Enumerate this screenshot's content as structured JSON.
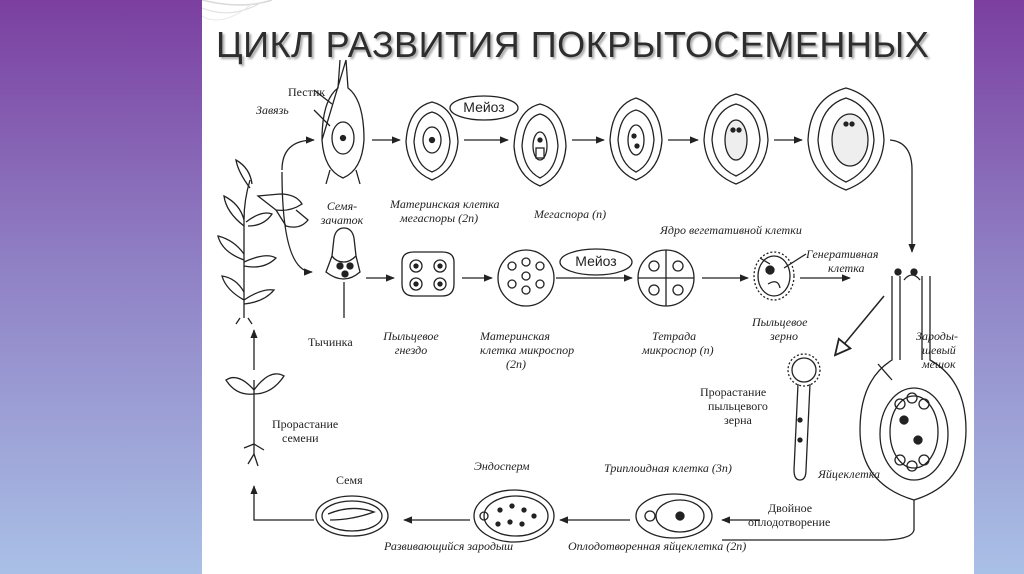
{
  "slide": {
    "title": "ЦИКЛ РАЗВИТИЯ ПОКРЫТОСЕМЕННЫХ",
    "colors": {
      "background_top": "#7b3fa0",
      "background_bottom": "#a9c0e6",
      "slide": "#ffffff",
      "ink": "#222222"
    }
  },
  "diagram": {
    "labels": {
      "pestik": "Пестик",
      "zavyaz": "Завязь",
      "meiosis_top": "Мейоз",
      "semyazachatok_1": "Семя-",
      "semyazachatok_2": "зачаток",
      "mat_megaspory_1": "Материнская клетка",
      "mat_megaspory_2": "мегаспоры (2n)",
      "megaspora": "Мегаспора (n)",
      "yadro_veg": "Ядро вегетативной клетки",
      "generativnaya_1": "Генеративная",
      "generativnaya_2": "клетка",
      "meiosis_mid": "Мейоз",
      "tychinka": "Тычинка",
      "gnezdo_1": "Пыльцевое",
      "gnezdo_2": "гнездо",
      "mat_mikrospor_1": "Материнская",
      "mat_mikrospor_2": "клетка микроспор",
      "mat_mikrospor_3": "(2n)",
      "tetrada_1": "Тетрада",
      "tetrada_2": "микроспор (n)",
      "zerno_1": "Пыльцевое",
      "zerno_2": "зерно",
      "zarod_meshok_1": "Зароды-",
      "zarod_meshok_2": "шевый",
      "zarod_meshok_3": "мешок",
      "prorast_zerna_1": "Прорастание",
      "prorast_zerna_2": "пыльцевого",
      "prorast_zerna_3": "зерна",
      "yaytsekletka": "Яйцеклетка",
      "prorast_semeni_1": "Прорастание",
      "prorast_semeni_2": "семени",
      "semya": "Семя",
      "endosperm": "Эндосперм",
      "triploid": "Триплоидная клетка (3n)",
      "dvoynoe_1": "Двойное",
      "dvoynoe_2": "оплодотворение",
      "razv_zarodysh": "Развивающийся зародыш",
      "oplod_yaytsekletka": "Оплодотворенная яйцеклетка (2n)"
    }
  }
}
